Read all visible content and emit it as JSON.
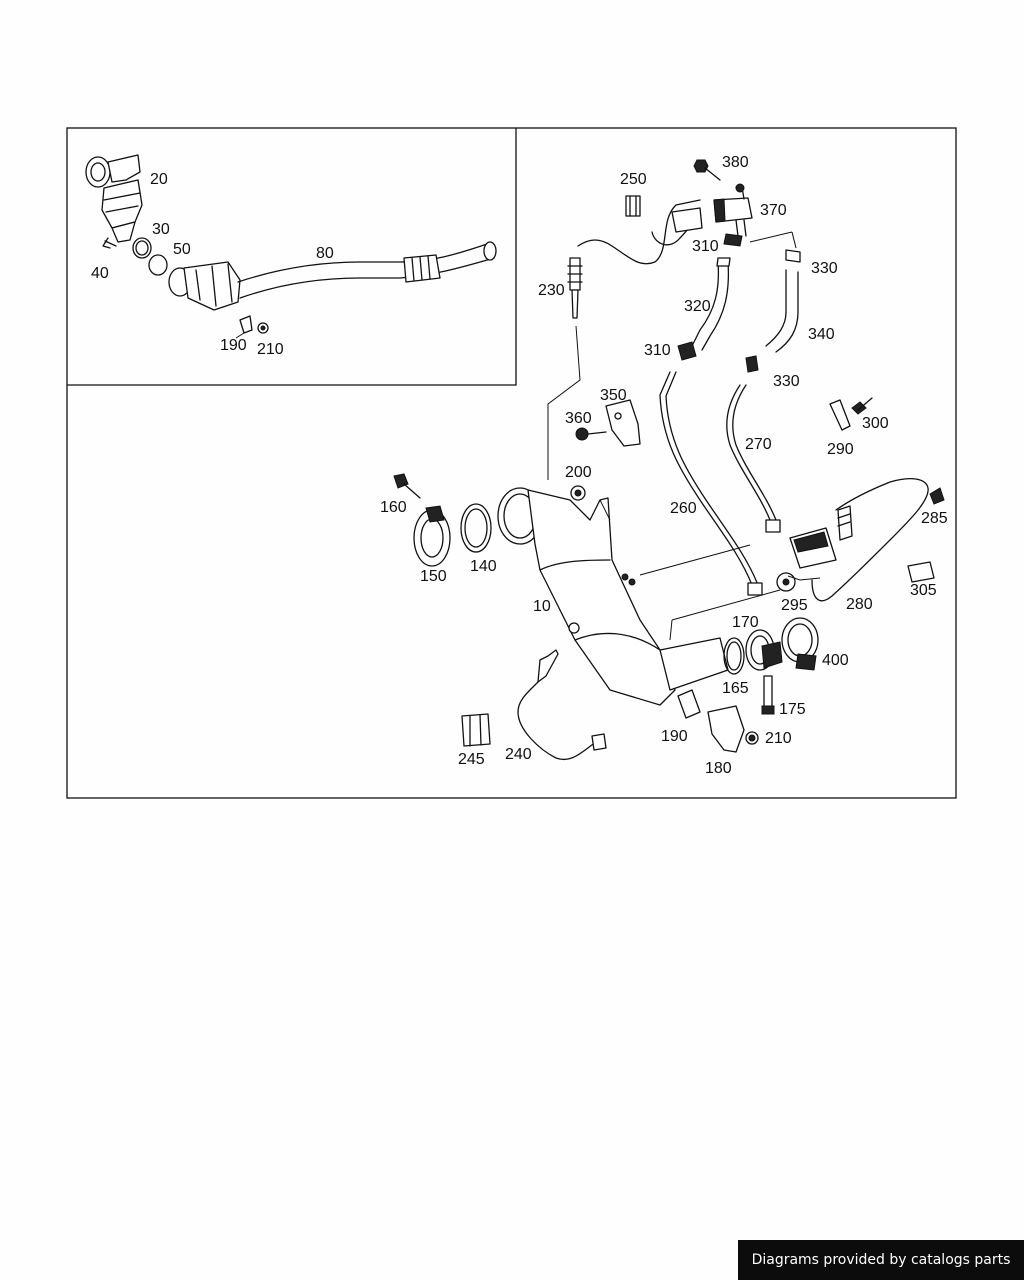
{
  "diagram": {
    "callouts": {
      "c20": "20",
      "c30": "30",
      "c40": "40",
      "c50": "50",
      "c80": "80",
      "c190a": "190",
      "c210a": "210",
      "c250": "250",
      "c380": "380",
      "c370": "370",
      "c310a": "310",
      "c330a": "330",
      "c230": "230",
      "c320": "320",
      "c310b": "310",
      "c340": "340",
      "c330b": "330",
      "c350": "350",
      "c360": "360",
      "c300": "300",
      "c290": "290",
      "c270": "270",
      "c200": "200",
      "c160": "160",
      "c260": "260",
      "c285": "285",
      "c150": "150",
      "c140": "140",
      "c10": "10",
      "c295": "295",
      "c280": "280",
      "c305": "305",
      "c170": "170",
      "c400": "400",
      "c165": "165",
      "c175": "175",
      "c190b": "190",
      "c210b": "210",
      "c180": "180",
      "c245": "245",
      "c240": "240"
    }
  },
  "footer": {
    "text": "Diagrams provided by catalogs parts"
  }
}
